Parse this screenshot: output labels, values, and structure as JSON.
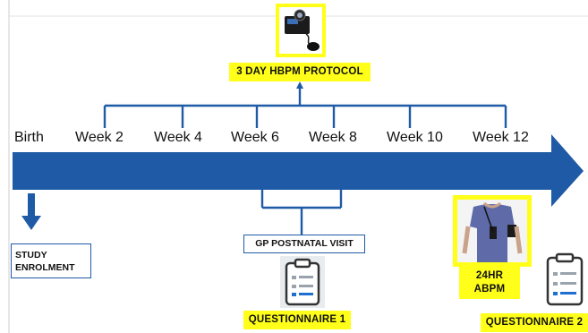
{
  "timeline": {
    "labels": [
      "Birth",
      "Week 2",
      "Week 4",
      "Week 6",
      "Week 8",
      "Week 10",
      "Week 12"
    ],
    "axis_color": "#1f5aa6"
  },
  "protocol": {
    "label": "3 DAY HBPM PROTOCOL",
    "icon": "blood-pressure-monitor-icon"
  },
  "enrolment": {
    "label_line1": "STUDY",
    "label_line2": "ENROLMENT"
  },
  "gp_visit": {
    "label": "GP POSTNATAL VISIT"
  },
  "questionnaire1": {
    "label": "QUESTIONNAIRE 1",
    "icon": "clipboard-checklist-icon"
  },
  "abpm": {
    "label_line1": "24HR",
    "label_line2": "ABPM",
    "icon": "ambulatory-monitor-person-icon"
  },
  "questionnaire2": {
    "label": "QUESTIONNAIRE 2",
    "icon": "clipboard-checklist-icon"
  },
  "colors": {
    "highlight": "#ffff1a",
    "arrow": "#1f5aa6"
  }
}
